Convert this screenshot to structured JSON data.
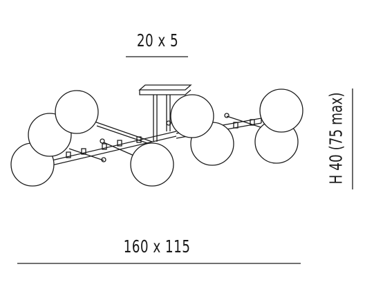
{
  "dimensions": {
    "canopy": "20 x 5",
    "footprint": "160 x 115",
    "height": "H 40 (75 max)"
  },
  "colors": {
    "line": "#1a1a1a",
    "background": "#ffffff"
  }
}
